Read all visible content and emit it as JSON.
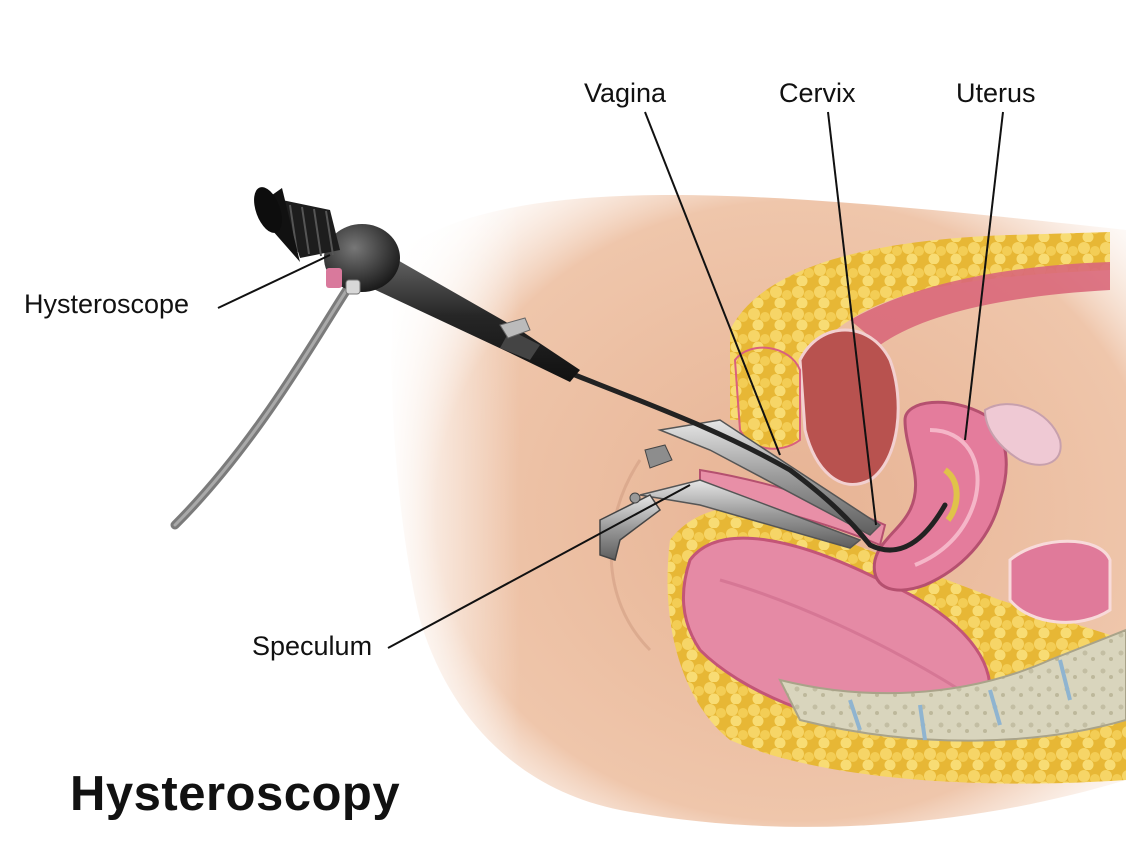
{
  "title": "Hysteroscopy",
  "labels": {
    "vagina": "Vagina",
    "cervix": "Cervix",
    "uterus": "Uterus",
    "hysteroscope": "Hysteroscope",
    "speculum": "Speculum"
  },
  "colors": {
    "skin": "#e9b89a",
    "fat": "#f0c84a",
    "tissue_pink": "#e07a9a",
    "uterus_wall": "#d9607e",
    "instrument": "#2b2b2b",
    "speculum_metal": "#a8a8a8",
    "bone": "#d6d2b8",
    "leader_line": "#111111"
  }
}
